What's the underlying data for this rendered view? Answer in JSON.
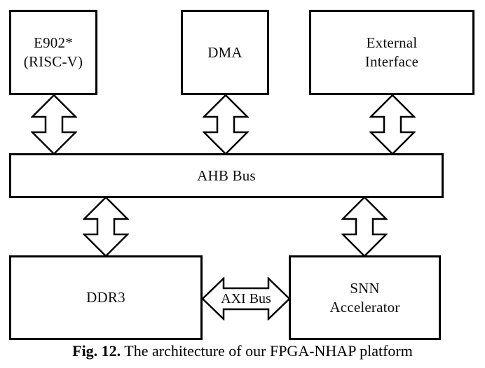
{
  "figure": {
    "caption_prefix": "Fig. 12.",
    "caption_text": " The architecture of our FPGA-NHAP platform",
    "stroke_color": "#000000",
    "fill_color": "#ffffff"
  },
  "blocks": {
    "e902": {
      "label": "E902*\n(RISC-V)"
    },
    "dma": {
      "label": "DMA"
    },
    "external_interface": {
      "label": "External\nInterface"
    },
    "ahb_bus": {
      "label": "AHB Bus"
    },
    "ddr3": {
      "label": "DDR3"
    },
    "snn_accelerator": {
      "label": "SNN\nAccelerator"
    }
  },
  "connections": {
    "axi_bus": {
      "label": "AXI Bus"
    },
    "e902_ahb": {
      "label": ""
    },
    "dma_ahb": {
      "label": ""
    },
    "extif_ahb": {
      "label": ""
    },
    "ahb_ddr3": {
      "label": ""
    },
    "ahb_snn": {
      "label": ""
    }
  }
}
